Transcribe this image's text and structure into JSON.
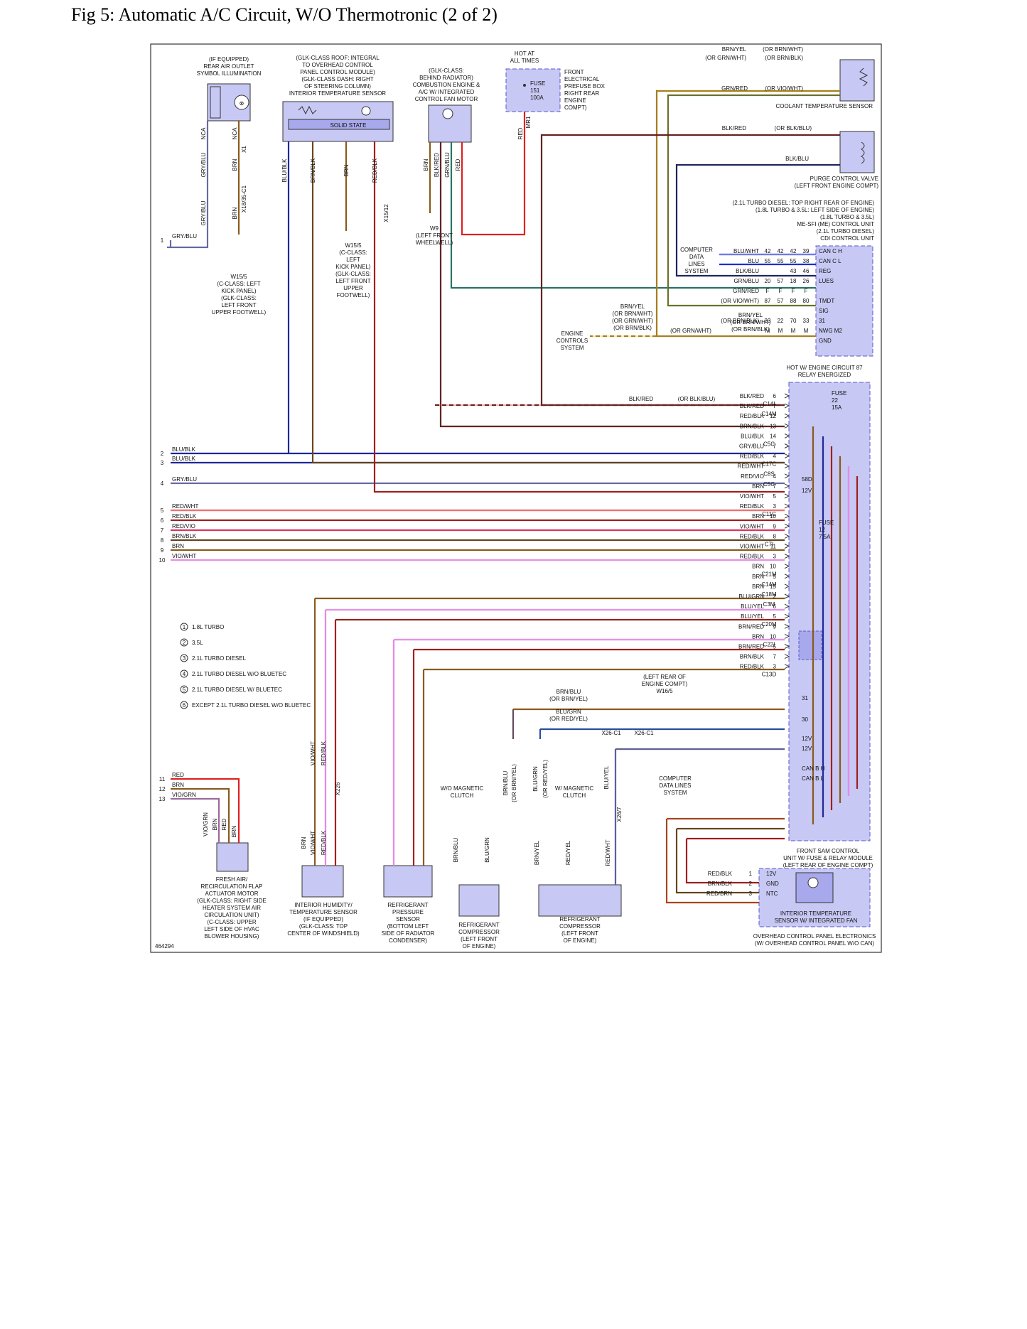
{
  "title": "Fig 5: Automatic A/C Circuit, W/O Thermotronic (2 of 2)",
  "figure_id": "464294",
  "colors": {
    "BLU": "#1f2bd6",
    "BRN": "#8a5a1c",
    "GRY": "#8c8c8c",
    "RED": "#e02020",
    "BLK": "#222222",
    "WHT": "#ffffff",
    "VIO": "#d64fd6",
    "GRN": "#2f9a2f",
    "YEL": "#d8c21a",
    "module_fill": "#c8c8f4",
    "module_stroke": "#5a5acd"
  },
  "labels": {
    "outlet_symbol": [
      "(IF EQUIPPED)",
      "REAR AIR OUTLET",
      "SYMBOL ILLUMINATION"
    ],
    "interior_temp_sensor": [
      "(GLK-CLASS ROOF: INTEGRAL",
      "TO OVERHEAD CONTROL",
      "PANEL CONTROL MODULE)",
      "(GLK-CLASS DASH: RIGHT",
      "OF STEERING COLUMN)",
      "INTERIOR TEMPERATURE SENSOR"
    ],
    "solid_state": "SOLID STATE",
    "fan_motor": [
      "(GLK-CLASS:",
      "BEHIND RADIATOR)",
      "COMBUSTION ENGINE &",
      "A/C W/ INTEGRATED",
      "CONTROL FAN MOTOR"
    ],
    "hot_at_all_times": [
      "HOT AT",
      "ALL TIMES"
    ],
    "fuse151": [
      "FUSE",
      "151",
      "100A"
    ],
    "prefuse_box": [
      "FRONT",
      "ELECTRICAL",
      "PREFUSE BOX",
      "RIGHT REAR",
      "ENGINE",
      "COMPT)"
    ],
    "coolant_sensor": "COOLANT TEMPERATURE SENSOR",
    "purge_valve": [
      "PURGE CONTROL VALVE",
      "(LEFT FRONT ENGINE COMPT)"
    ],
    "me_sfi": [
      "(2.1L TURBO DIESEL: TOP RIGHT REAR OF ENGINE)",
      "(1.8L TURBO & 3.5L: LEFT SIDE OF ENGINE)",
      "(1.8L TURBO & 3.5L)",
      "ME-SFI (ME) CONTROL UNIT",
      "(2.1L TURBO DIESEL)",
      "CDI CONTROL UNIT"
    ],
    "computer_data": [
      "COMPUTER",
      "DATA",
      "LINES",
      "SYSTEM"
    ],
    "engine_controls": [
      "ENGINE",
      "CONTROLS",
      "SYSTEM"
    ],
    "hot_engine_circuit": [
      "HOT W/ ENGINE CIRCUIT 87",
      "RELAY ENERGIZED"
    ],
    "fuse22": [
      "FUSE",
      "22",
      "15A"
    ],
    "fuse12": [
      "FUSE",
      "12",
      "7.5A"
    ],
    "w15_5": [
      "W15/5",
      "(C-CLASS: LEFT",
      "KICK PANEL)",
      "(GLK-CLASS:",
      "LEFT FRONT",
      "UPPER FOOTWELL)"
    ],
    "w15_5b": [
      "W15/5",
      "(C-CLASS:",
      "LEFT",
      "KICK PANEL)",
      "(GLK-CLASS:",
      "LEFT FRONT",
      "UPPER",
      "FOOTWELL)"
    ],
    "w9": [
      "W9",
      "(LEFT FRONT",
      "WHEELWELL)"
    ],
    "w16_5": [
      "(LEFT REAR OF",
      "ENGINE COMPT)",
      "W16/5"
    ],
    "front_sam": [
      "FRONT SAM CONTROL",
      "UNIT W/ FUSE & RELAY MODULE",
      "(LEFT REAR OF ENGINE COMPT)"
    ],
    "interior_fan": [
      "INTERIOR TEMPERATURE",
      "SENSOR W/ INTEGRATED FAN"
    ],
    "overhead_panel": [
      "OVERHEAD CONTROL PANEL ELECTRONICS",
      "(W/ OVERHEAD CONTROL PANEL W/O CAN)"
    ],
    "fresh_air": [
      "FRESH AIR/",
      "RECIRCULATION FLAP",
      "ACTUATOR MOTOR",
      "(GLK-CLASS: RIGHT SIDE",
      "HEATER SYSTEM AIR",
      "CIRCULATION UNIT)",
      "(C-CLASS: UPPER",
      "LEFT SIDE OF HVAC",
      "BLOWER HOUSING)"
    ],
    "humidity": [
      "INTERIOR HUMIDITY/",
      "TEMPERATURE SENSOR",
      "(IF EQUIPPED)",
      "(GLK-CLASS: TOP",
      "CENTER OF WINDSHIELD)"
    ],
    "pressure": [
      "REFRIGERANT",
      "PRESSURE",
      "SENSOR",
      "(BOTTOM LEFT",
      "SIDE OF RADIATOR",
      "CONDENSER)"
    ],
    "compressor1": [
      "REFRIGERANT",
      "COMPRESSOR",
      "(LEFT FRONT",
      "OF ENGINE)"
    ],
    "compressor2": [
      "REFRIGERANT",
      "COMPRESSOR",
      "(LEFT FRONT",
      "OF ENGINE)"
    ],
    "wo_clutch": [
      "W/O MAGNETIC",
      "CLUTCH"
    ],
    "w_clutch": [
      "W/ MAGNETIC",
      "CLUTCH"
    ],
    "legend": [
      {
        "n": "1",
        "text": "1.8L TURBO"
      },
      {
        "n": "2",
        "text": "3.5L"
      },
      {
        "n": "3",
        "text": "2.1L TURBO DIESEL"
      },
      {
        "n": "4",
        "text": "2.1L TURBO DIESEL W/O BLUETEC"
      },
      {
        "n": "5",
        "text": "2.1L TURBO DIESEL W/ BLUETEC"
      },
      {
        "n": "6",
        "text": "EXCEPT 2.1L TURBO DIESEL W/O BLUETEC"
      }
    ]
  },
  "left_wires": [
    {
      "n": "1",
      "label": "GRY/BLU"
    },
    {
      "n": "2",
      "label": "BLU/BLK"
    },
    {
      "n": "3",
      "label": "BLU/BLK"
    },
    {
      "n": "4",
      "label": "GRY/BLU"
    },
    {
      "n": "5",
      "label": "RED/WHT"
    },
    {
      "n": "6",
      "label": "RED/BLK"
    },
    {
      "n": "7",
      "label": "RED/VIO"
    },
    {
      "n": "8",
      "label": "BRN/BLK"
    },
    {
      "n": "9",
      "label": "BRN"
    },
    {
      "n": "10",
      "label": "VIO/WHT"
    },
    {
      "n": "11",
      "label": "RED"
    },
    {
      "n": "12",
      "label": "BRN"
    },
    {
      "n": "13",
      "label": "VIO/GRN"
    }
  ],
  "sam_pins": [
    {
      "wire": "BLK/RED",
      "pin": "6",
      "conn": "C14I"
    },
    {
      "wire": "BLK/RED",
      "pin": "7",
      "conn": "C14M"
    },
    {
      "wire": "RED/BLK",
      "pin": "12",
      "conn": ""
    },
    {
      "wire": "BRN/BLK",
      "pin": "13",
      "conn": ""
    },
    {
      "wire": "BLU/BLK",
      "pin": "14",
      "conn": "C5C"
    },
    {
      "wire": "GRY/BLU",
      "pin": "7",
      "conn": ""
    },
    {
      "wire": "RED/BLK",
      "pin": "4",
      "conn": "C17C"
    },
    {
      "wire": "RED/WHT",
      "pin": "",
      "conn": "C8S"
    },
    {
      "wire": "RED/VIO",
      "pin": "4",
      "conn": "C5C"
    },
    {
      "wire": "BRN",
      "pin": "7",
      "conn": ""
    },
    {
      "wire": "VIO/WHT",
      "pin": "5",
      "conn": ""
    },
    {
      "wire": "RED/BLK",
      "pin": "3",
      "conn": "C11C"
    },
    {
      "wire": "BRN",
      "pin": "10",
      "conn": ""
    },
    {
      "wire": "VIO/WHT",
      "pin": "9",
      "conn": ""
    },
    {
      "wire": "RED/BLK",
      "pin": "8",
      "conn": "C7I"
    },
    {
      "wire": "VIO/WHT",
      "pin": "11",
      "conn": ""
    },
    {
      "wire": "RED/BLK",
      "pin": "3",
      "conn": ""
    },
    {
      "wire": "BRN",
      "pin": "10",
      "conn": "C21M"
    },
    {
      "wire": "BRN",
      "pin": "5",
      "conn": "C14M"
    },
    {
      "wire": "BRN",
      "pin": "15",
      "conn": "C18M"
    },
    {
      "wire": "BLU/GRN",
      "pin": "2",
      "conn": "C3M"
    },
    {
      "wire": "BLU/YEL",
      "pin": "6",
      "conn": ""
    },
    {
      "wire": "BLU/YEL",
      "pin": "5",
      "conn": "C20M"
    },
    {
      "wire": "BRN/RED",
      "pin": "9",
      "conn": ""
    },
    {
      "wire": "BRN",
      "pin": "10",
      "conn": "C22I"
    },
    {
      "wire": "BRN/RED",
      "pin": "5",
      "conn": ""
    },
    {
      "wire": "BRN/BLK",
      "pin": "7",
      "conn": ""
    },
    {
      "wire": "RED/BLK",
      "pin": "3",
      "conn": "C13D"
    }
  ],
  "sam_terms": [
    "58D",
    "12V",
    "31",
    "30",
    "12V",
    "12V",
    "CAN B H",
    "CAN B L"
  ],
  "ecu_rows": [
    {
      "wire": "BLU/WHT",
      "pins": [
        "42",
        "42",
        "42",
        "39"
      ],
      "term": "CAN C H"
    },
    {
      "wire": "BLU",
      "pins": [
        "55",
        "55",
        "55",
        "38"
      ],
      "term": "CAN C L"
    },
    {
      "wire": "BLK/BLU",
      "pins": [
        "",
        "",
        "43",
        "46"
      ],
      "term": "REG"
    },
    {
      "wire": "GRN/BLU",
      "pins": [
        "20",
        "57",
        "18",
        "26"
      ],
      "term": "LUES"
    },
    {
      "wire": "GRN/RED",
      "pins": [
        "F",
        "F",
        "F",
        "F"
      ],
      "term": ""
    },
    {
      "wire": "(OR VIO/WHT)",
      "pins": [
        "87",
        "57",
        "88",
        "80"
      ],
      "term": "TMDT"
    },
    {
      "wire": "",
      "pins": [
        "",
        "",
        "",
        ""
      ],
      "term": "SIG"
    },
    {
      "wire": "(OR BRN/BLK)",
      "pins": [
        "23",
        "22",
        "70",
        "33"
      ],
      "term": "31"
    },
    {
      "wire": "",
      "pins": [
        "M",
        "M",
        "M",
        "M"
      ],
      "term": "NWG M2"
    },
    {
      "wire": "",
      "pins": [
        "",
        "",
        "",
        ""
      ],
      "term": "GND"
    }
  ],
  "top_wires": {
    "coolant": [
      "BRN/YEL",
      "(OR BRN/WHT)",
      "(OR GRN/WHT)",
      "(OR BRN/BLK)",
      "GRN/RED",
      "(OR VIO/WHT)"
    ],
    "purge": [
      "BLK/RED",
      "(OR BLK/BLU)",
      "BLK/BLU"
    ],
    "brn_yel_engine": [
      "BRN/YEL",
      "(OR BRN/WHT)",
      "(OR GRN/WHT)",
      "(OR BRN/BLK)",
      "(OR GRN/WHT)",
      "BRN/YEL",
      "(OR BRN/WHT)",
      "(OR BRN/BLK)"
    ],
    "blk_red": [
      "BLK/RED",
      "(OR BLK/BLU)"
    ],
    "brn_blu": [
      "BRN/BLU",
      "(OR BRN/YEL)",
      "BLU/GRN",
      "(OR RED/YEL)"
    ],
    "x26": [
      "X26-C1",
      "X26-C1"
    ]
  },
  "vert_labels": {
    "outlet": [
      "GRY/BLU",
      "BRN",
      "GRY/BLU",
      "BRN"
    ],
    "sensor": [
      "BLU/BLK",
      "BRN/BLK",
      "BRN",
      "RED/BLK"
    ],
    "fan": [
      "BRN",
      "BLK/RED",
      "GRN/BLU",
      "RED"
    ],
    "fuse_red": "RED",
    "connectors": [
      "NCA",
      "NCA",
      "X1",
      "X18/35-C1",
      "X15/12",
      "MR1",
      "X226",
      "X26/7"
    ],
    "bottom": [
      "VIO/GRN",
      "BRN",
      "RED",
      "BRN",
      "VIO/WHT",
      "RED/BLK",
      "VIO/WHT",
      "RED/BLK",
      "BRN",
      "BRN/BLU",
      "BLU/GRN",
      "BRN/YEL",
      "RED/YEL",
      "RED/WHT",
      "BLU/YEL",
      "BRN/BLU",
      "(OR BRN/YEL)",
      "BLU/GRN",
      "(OR RED/YEL)"
    ]
  },
  "overhead_pins": [
    {
      "wire": "RED/BLK",
      "pin": "1",
      "term": "12V"
    },
    {
      "wire": "BRN/BLK",
      "pin": "2",
      "term": "GND"
    },
    {
      "wire": "RED/BRN",
      "pin": "3",
      "term": "NTC"
    }
  ],
  "computer_data_2": [
    "COMPUTER",
    "DATA LINES",
    "SYSTEM"
  ]
}
